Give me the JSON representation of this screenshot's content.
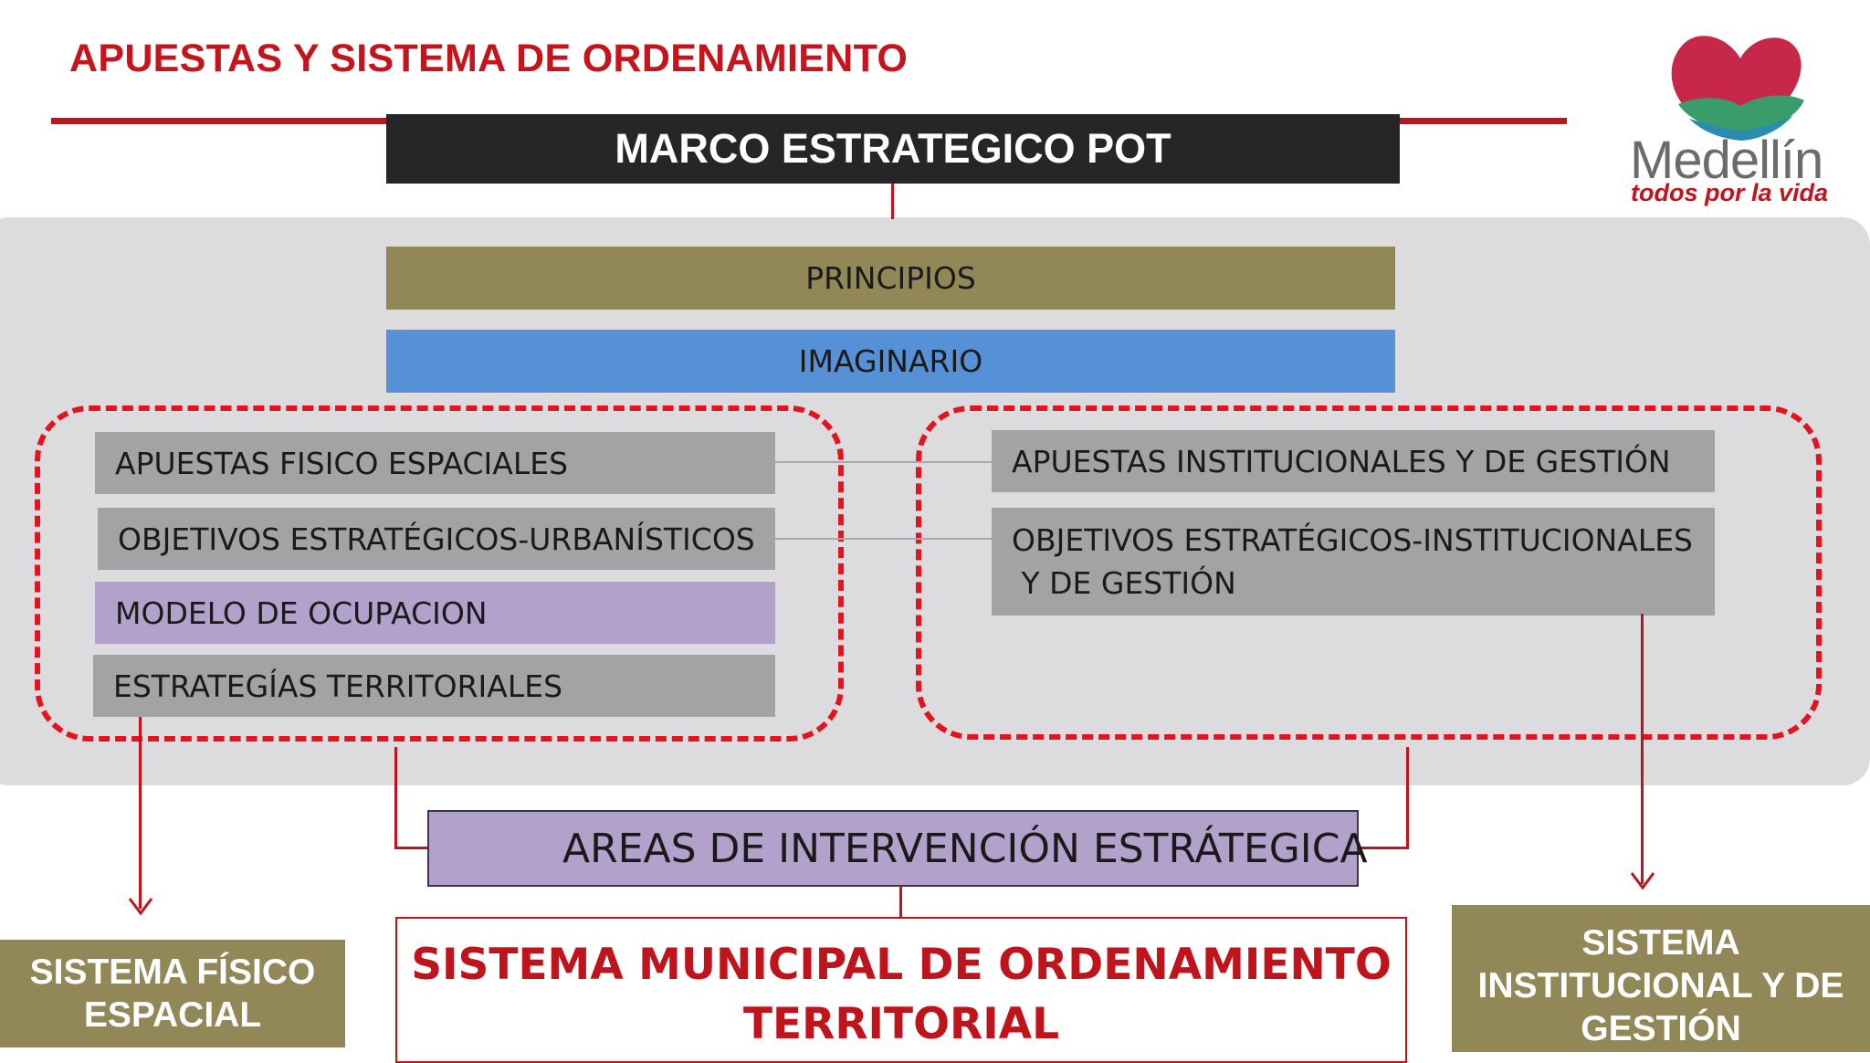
{
  "header": {
    "title": "APUESTAS Y SISTEMA DE ORDENAMIENTO"
  },
  "logo": {
    "name": "Medellín",
    "slogan": "todos por la vida",
    "icon": "heart-mountain-icon",
    "colors": {
      "heart": "#c7284a",
      "green": "#3a9c6a",
      "teal": "#2a8cae"
    }
  },
  "diagram": {
    "marco": "MARCO ESTRATEGICO POT",
    "principios": "PRINCIPIOS",
    "imaginario": "IMAGINARIO",
    "left_group": [
      "APUESTAS FISICO ESPACIALES",
      "OBJETIVOS ESTRATÉGICOS-URBANÍSTICOS",
      "MODELO DE OCUPACION",
      "ESTRATEGÍAS TERRITORIALES"
    ],
    "right_group": [
      "APUESTAS INSTITUCIONALES Y DE GESTIÓN",
      "OBJETIVOS ESTRATÉGICOS-INSTITUCIONALES",
      " Y DE GESTIÓN"
    ],
    "areas": "AREAS DE INTERVENCIÓN ESTRÁTEGICA",
    "sistema_municipal": [
      "SISTEMA MUNICIPAL DE ORDENAMIENTO",
      "TERRITORIAL"
    ],
    "sistema_fisico": [
      "SISTEMA FÍSICO",
      "ESPACIAL"
    ],
    "sistema_institucional": [
      "SISTEMA",
      "INSTITUCIONAL Y DE",
      "GESTIÓN"
    ]
  },
  "colors": {
    "accent_red": "#c0141c",
    "dash_red": "#e4141f",
    "olive": "#928757",
    "blue": "#5690d6",
    "gray_box": "#a3a3a5",
    "purple_box": "#b2a2cb",
    "panel": "#dcdcde",
    "dark": "#262628"
  }
}
